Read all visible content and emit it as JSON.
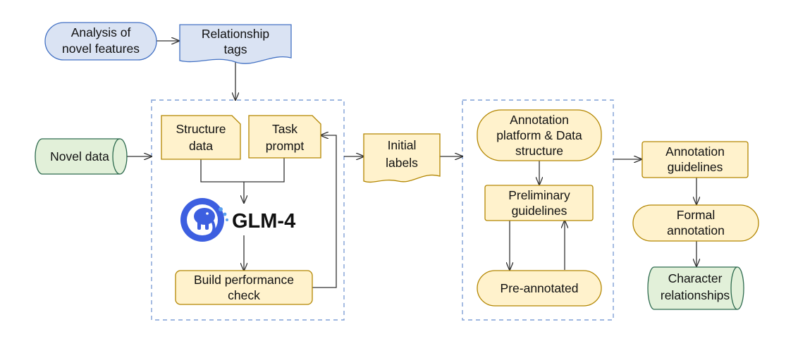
{
  "nodes": {
    "analysis": [
      "Analysis of",
      "novel features"
    ],
    "relationship_tags": [
      "Relationship",
      "tags"
    ],
    "novel_data": [
      "Novel data"
    ],
    "structure_data": [
      "Structure",
      "data"
    ],
    "task_prompt": [
      "Task",
      "prompt"
    ],
    "glm": "GLM-4",
    "build_check": [
      "Build performance",
      "check"
    ],
    "initial_labels": [
      "Initial",
      "labels"
    ],
    "platform": [
      "Annotation",
      "platform  & Data",
      "structure"
    ],
    "preliminary": [
      "Preliminary",
      "guidelines"
    ],
    "pre_annotated": [
      "Pre-annotated"
    ],
    "guidelines": [
      "Annotation",
      "guidelines"
    ],
    "formal": [
      "Formal",
      "annotation"
    ],
    "character": [
      "Character",
      "relationships"
    ]
  },
  "colors": {
    "yellow_fill": "#fff2cc",
    "yellow_stroke": "#b38600",
    "blue_fill": "#dae3f3",
    "blue_stroke": "#4472c4",
    "green_fill": "#e2f0d9",
    "green_stroke": "#2e6b4f",
    "dashed_frame": "#7f9fd6",
    "logo_blue": "#3d5fe0"
  },
  "icons": {
    "logo": "elephant-logo-icon"
  }
}
